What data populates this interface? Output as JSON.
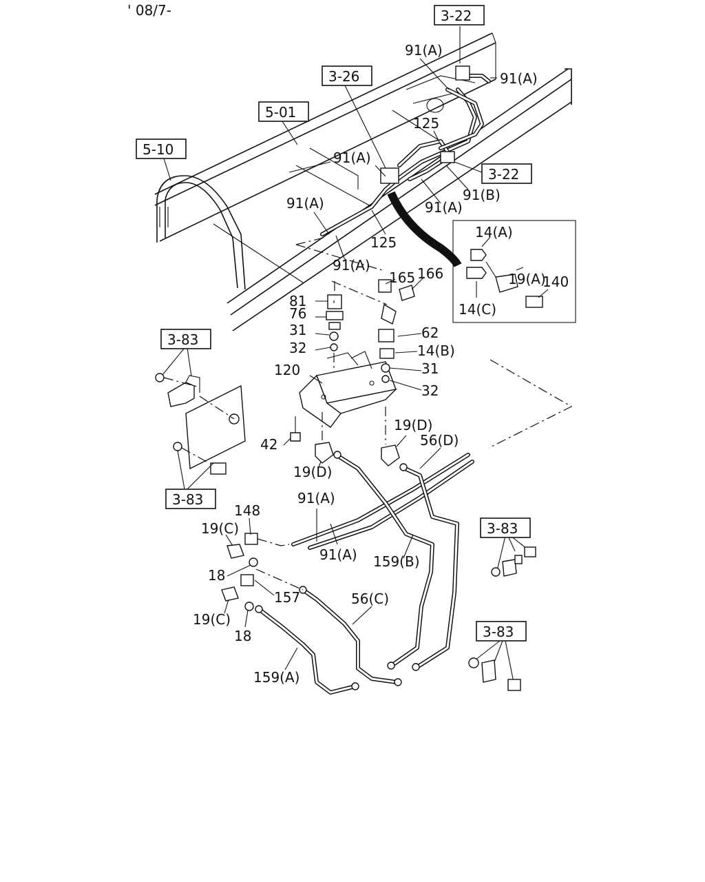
{
  "header": {
    "date_code": "' 08/7-"
  },
  "refs": {
    "r322_top": "3-22",
    "r326": "3-26",
    "r501": "5-01",
    "r510": "5-10",
    "r322_mid": "3-22",
    "r383_a": "3-83",
    "r383_b": "3-83",
    "r383_c": "3-83",
    "r383_d": "3-83"
  },
  "labels": {
    "l91a_1": "91(A)",
    "l91a_2": "91(A)",
    "l125_1": "125",
    "l91a_3": "91(A)",
    "l91b_1": "91(B)",
    "l91a_4": "91(A)",
    "l91a_5": "91(A)",
    "l125_2": "125",
    "l91a_6": "91(A)",
    "l165": "165",
    "l166": "166",
    "l81": "81",
    "l76": "76",
    "l31_1": "31",
    "l32_1": "32",
    "l62": "62",
    "l14b": "14(B)",
    "l31_2": "31",
    "l32_2": "32",
    "l120": "120",
    "l42": "42",
    "l19d_1": "19(D)",
    "l19d_2": "19(D)",
    "l56d": "56(D)",
    "l91a_7": "91(A)",
    "l91a_8": "91(A)",
    "l148": "148",
    "l19c_1": "19(C)",
    "l18_1": "18",
    "l157": "157",
    "l19c_2": "19(C)",
    "l18_2": "18",
    "l159b": "159(B)",
    "l56c": "56(C)",
    "l159a": "159(A)"
  },
  "inset": {
    "l14a": "14(A)",
    "l19a": "19(A)",
    "l140": "140",
    "l14c": "14(C)"
  }
}
